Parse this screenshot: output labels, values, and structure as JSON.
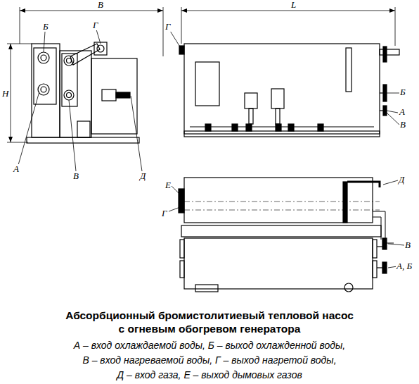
{
  "diagram": {
    "title": "Абсорбционный бромистолитиевый тепловой насос с огневым обогревом генератора",
    "labels": [
      "B",
      "H",
      "Б",
      "Г",
      "А",
      "В",
      "Д",
      "L",
      "Г",
      "Б",
      "А",
      "В",
      "Е",
      "Г",
      "Д",
      "В",
      "А, Б",
      "А – вход охлаждаемой воды, Б – выход охлажденной воды,",
      "В – вход нагреваемой воды, Г – выход нагретой воды,",
      "Д – вход газа, Е – выход дымовых газов"
    ]
  }
}
